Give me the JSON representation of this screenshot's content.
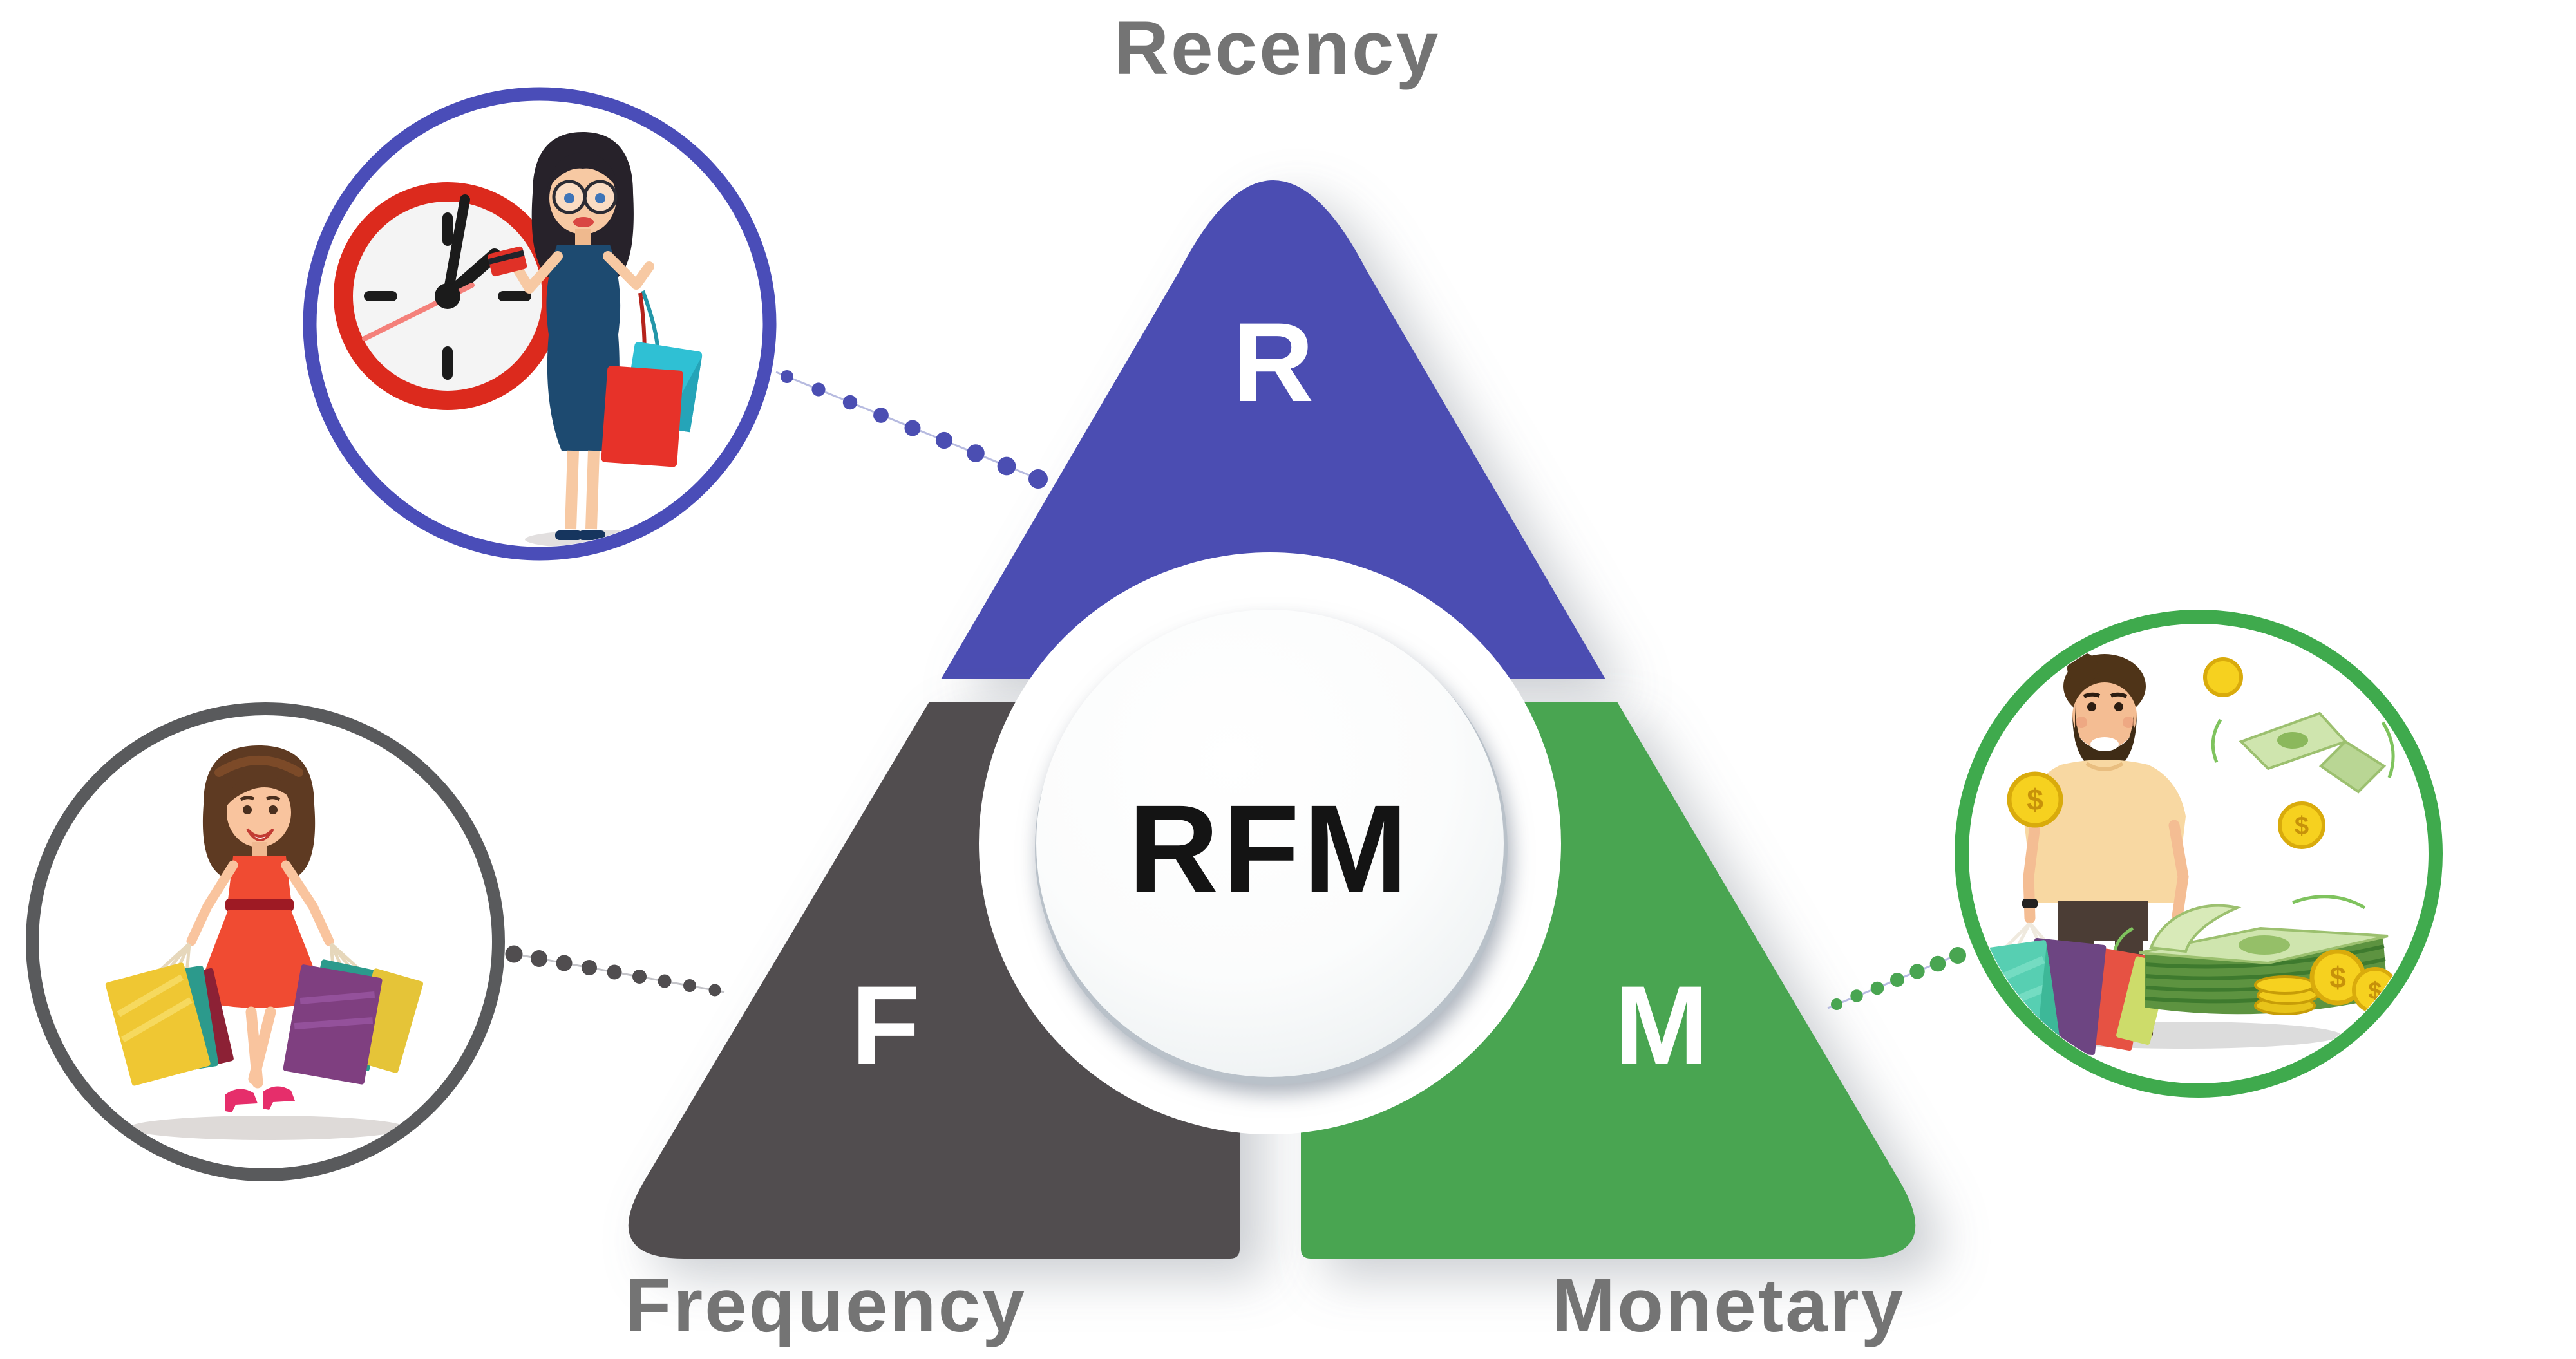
{
  "diagram": {
    "title": "RFM",
    "center_label": "RFM",
    "segments": [
      {
        "id": "recency",
        "letter": "R",
        "label": "Recency",
        "color": "#4b4eb2"
      },
      {
        "id": "frequency",
        "letter": "F",
        "label": "Frequency",
        "color": "#514e50"
      },
      {
        "id": "monetary",
        "letter": "M",
        "label": "Monetary",
        "color": "#49a551"
      }
    ]
  },
  "callouts": [
    {
      "id": "recency",
      "icon": "clock-shopper-woman-illustration",
      "ring_color": "#4a4db8"
    },
    {
      "id": "frequency",
      "icon": "shopping-bags-woman-illustration",
      "ring_color": "#595a5c"
    },
    {
      "id": "monetary",
      "icon": "money-shopper-man-illustration",
      "ring_color": "#3faa4d"
    }
  ],
  "coin_symbol": "$",
  "colors": {
    "segment-recency": "#4b4eb2",
    "segment-frequency": "#514e50",
    "segment-monetary": "#49a551",
    "ring-recency": "#4a4db8",
    "ring-frequency": "#595a5c",
    "ring-monetary": "#3faa4d",
    "dot-recency": "#4b4eb2",
    "dot-frequency": "#504d4f",
    "dot-monetary": "#49a551",
    "label-gray": "#747474",
    "letter-white": "#ffffff",
    "center-text": "#141414",
    "clock-red": "#dc2a1d",
    "clock-second-hand": "#f4807a",
    "money-green": "#5d9340",
    "coin-gold": "#f6d11f"
  }
}
